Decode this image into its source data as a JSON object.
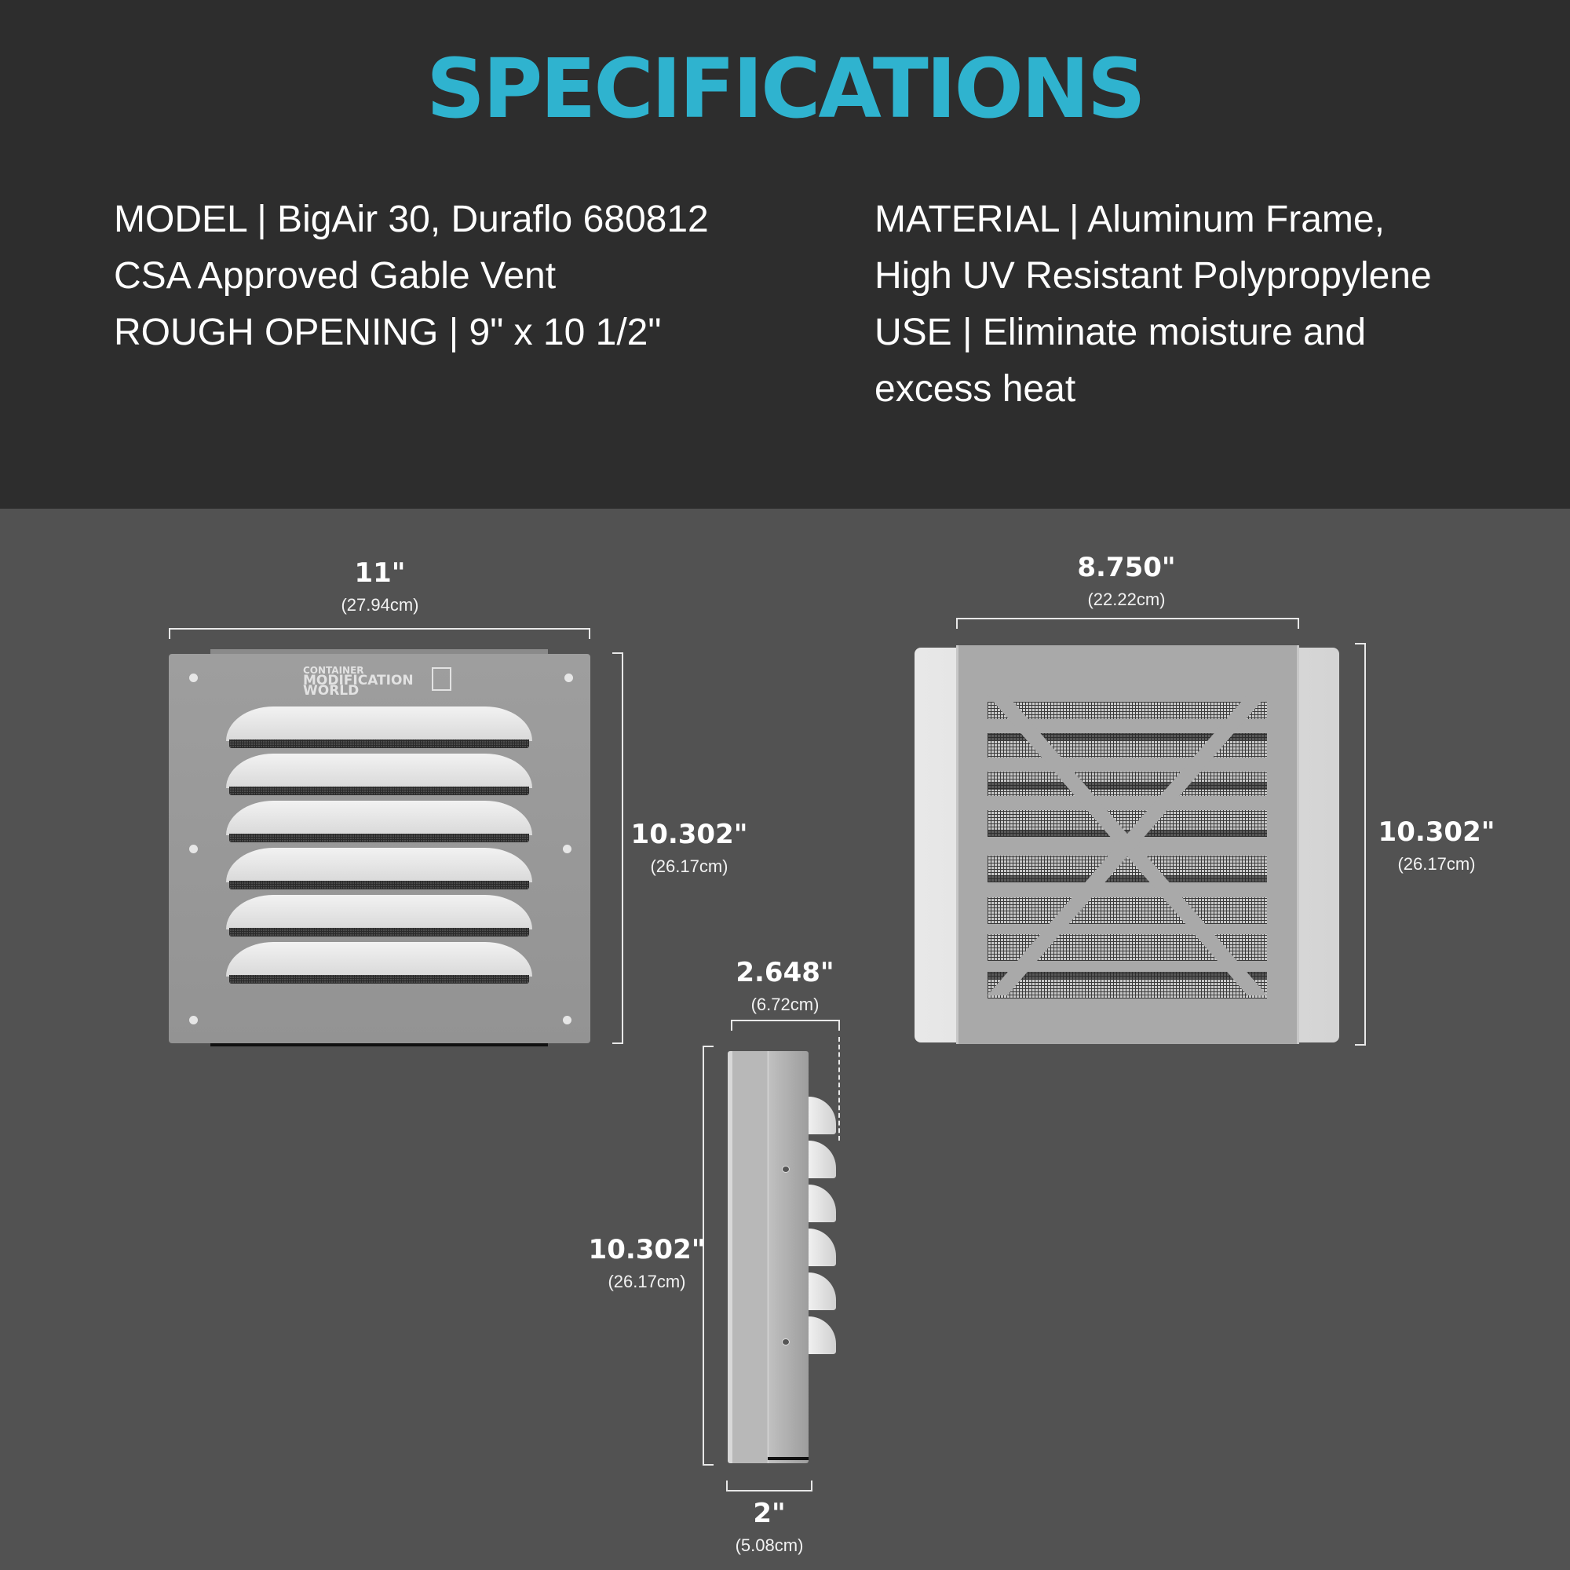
{
  "title": "SPECIFICATIONS",
  "colors": {
    "accent": "#2fb3cf",
    "header_bg": "#2d2d2d",
    "body_bg": "#525252"
  },
  "specs": {
    "left": [
      "MODEL | BigAir 30, Duraflo 680812",
      "CSA Approved Gable Vent",
      "ROUGH OPENING | 9\" x 10 1/2\""
    ],
    "right": [
      "MATERIAL | Aluminum Frame,",
      "High UV Resistant Polypropylene",
      "USE | Eliminate moisture and",
      "excess heat"
    ]
  },
  "brand_logo": {
    "line1": "CONTAINER",
    "line2": "MODIFICATION",
    "line3": "WORLD"
  },
  "views": {
    "front": {
      "width": {
        "inches": "11\"",
        "cm": "(27.94cm)"
      },
      "height": {
        "inches": "10.302\"",
        "cm": "(26.17cm)"
      },
      "louver_count": 6
    },
    "back": {
      "width": {
        "inches": "8.750\"",
        "cm": "(22.22cm)"
      },
      "height": {
        "inches": "10.302\"",
        "cm": "(26.17cm)"
      }
    },
    "side": {
      "depth": {
        "inches": "2.648\"",
        "cm": "(6.72cm)"
      },
      "height": {
        "inches": "10.302\"",
        "cm": "(26.17cm)"
      },
      "base": {
        "inches": "2\"",
        "cm": "(5.08cm)"
      }
    }
  }
}
